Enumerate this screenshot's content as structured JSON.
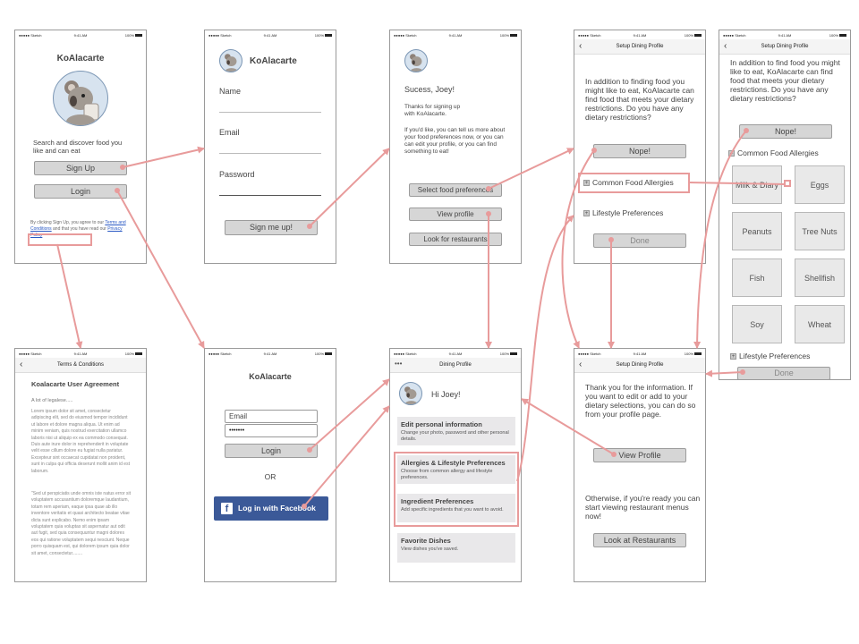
{
  "status": {
    "carrier": "●●●●● Sketch",
    "time": "9:41 AM",
    "battery": "100%",
    "wifi_icon": "wifi-icon"
  },
  "landing": {
    "title": "KoAlacarte",
    "tagline": "Search and discover food you like and can eat",
    "signup_label": "Sign Up",
    "login_label": "Login",
    "terms_prefix": "By clicking Sign Up, you agree to our",
    "terms_link": "Terms and Conditions",
    "terms_mid": "and that you have read our",
    "privacy_link": "Privacy Policy"
  },
  "signup": {
    "title": "KoAlacarte",
    "name_label": "Name",
    "email_label": "Email",
    "password_label": "Password",
    "submit_label": "Sign me up!"
  },
  "success": {
    "heading": "Sucess, Joey!",
    "thanks": "Thanks for signing up with KoAlacarte.",
    "body": "If you'd like, you can tell us more about your food preferences now, or you can can edit your profile, or you can find something to eat!",
    "btn_preferences": "Select food preferences",
    "btn_profile": "View profile",
    "btn_restaurants": "Look for restaurants"
  },
  "setup1": {
    "nav_title": "Setup Dining Profile",
    "question": "In addition to finding food you might like to eat, KoAlacarte can find food that meets your dietary restrictions. Do you have any dietary restrictions?",
    "nope": "Nope!",
    "allergies": "Common Food Allergies",
    "lifestyle": "Lifestyle Preferences",
    "done": "Done"
  },
  "setup2": {
    "nav_title": "Setup Dining Profile",
    "question": "In addition to find food you might like to eat, KoAlacarte can find food that meets your dietary restrictions. Do you have any dietary restrictions?",
    "nope": "Nope!",
    "allergies": "Common Food Allergies",
    "tiles": [
      "Milk & Diary",
      "Eggs",
      "Peanuts",
      "Tree Nuts",
      "Fish",
      "Shellfish",
      "Soy",
      "Wheat"
    ],
    "lifestyle": "Lifestyle Preferences",
    "done": "Done"
  },
  "terms": {
    "nav_title": "Terms & Conditions",
    "heading": "Koalacarte User Agreement",
    "intro": "A lot of legalese.....",
    "para1": "Lorem ipsum dolor sit amet, consectetur adipiscing elit, sed do eiusmod tempor incididunt ut labore et dolore magna aliqua. Ut enim ad minim veniam, quis nostrud exercitation ullamco laboris nisi ut aliquip ex ea commodo consequat. Duis aute irure dolor in reprehenderit in voluptate velit esse cillum dolore eu fugiat nulla pariatur. Excepteur sint occaecat cupidatat non proident, sunt in culpa qui officia deserunt mollit anim id est laborum.",
    "para2": "\"Sed ut perspiciatis unde omnis iste natus error sit voluptatem accusantium doloremque laudantium, totam rem aperiam, eaque ipsa quae ab illo inventore veritatis et quasi architecto beatae vitae dicta sunt explicabo. Nemo enim ipsam voluptatem quia voluptas sit aspernatur aut odit aut fugit, sed quia consequuntur magni dolores eos qui ratione voluptatem sequi nesciunt. Neque porro quisquam est, qui dolorem ipsum quia dolor sit amet, consectetur........"
  },
  "login": {
    "title": "KoAlacarte",
    "email_placeholder": "Email",
    "password_value": "•••••••",
    "login_label": "Login",
    "or_label": "OR",
    "facebook_label": "Log in with Facebook",
    "facebook_icon": "facebook-icon"
  },
  "dining": {
    "nav_title": "Dining Profile",
    "greeting": "Hi Joey!",
    "items": [
      {
        "title": "Edit personal information",
        "sub": "Change your photo, password and other personal details."
      },
      {
        "title": "Allergies & Lifestyle Preferences",
        "sub": "Choose from common allergy and lifestyle preferences."
      },
      {
        "title": "Ingredient Preferences",
        "sub": "Add specific ingredients that you want to avoid."
      },
      {
        "title": "Favorite Dishes",
        "sub": "View dishes you've saved."
      }
    ]
  },
  "thanks": {
    "nav_title": "Setup Dining Profile",
    "carrier": "●●●●● Sketch",
    "time": "9:41 AM",
    "battery": "100%",
    "body": "Thank you for the information. If you want to edit or add to your dietary selections, you can do so from your profile page.",
    "view_profile": "View Profile",
    "otherwise": "Otherwise, if you're ready you can start viewing restaurant menus now!",
    "look_restaurants": "Look at Restaurants"
  },
  "colors": {
    "arrow": "#e89b9b",
    "facebook": "#3b5998",
    "avatar": "#d7e3ef",
    "button": "#d6d6d6"
  }
}
